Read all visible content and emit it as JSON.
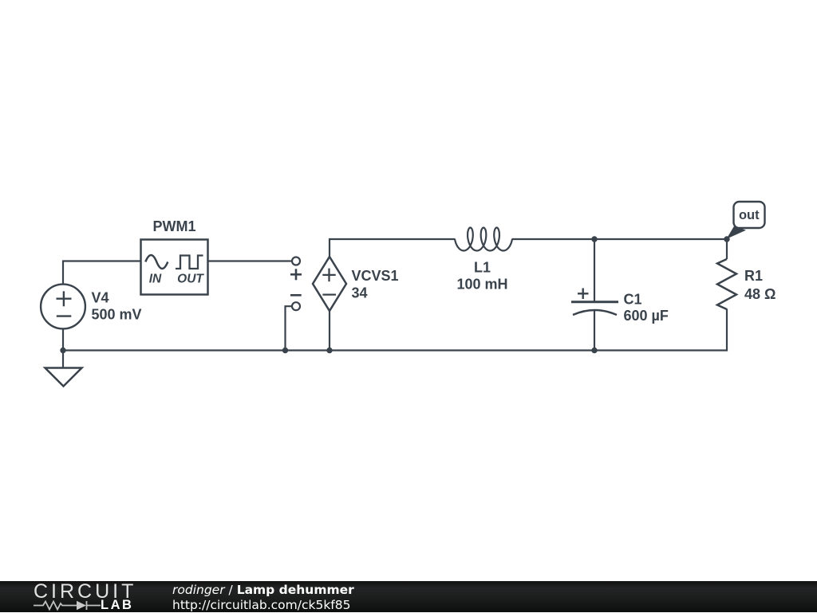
{
  "schematic": {
    "background_color": "#ffffff",
    "ink_color": "#3a434c",
    "components": {
      "v4": {
        "designator": "V4",
        "value": "500 mV",
        "plus": "+",
        "minus": "−"
      },
      "pwm1": {
        "designator": "PWM1",
        "input_label": "IN",
        "output_label": "OUT"
      },
      "input_terminals": {
        "plus": "+",
        "minus": "−"
      },
      "vcvs1": {
        "designator": "VCVS1",
        "gain": "34",
        "plus": "+",
        "minus": "−"
      },
      "l1": {
        "designator": "L1",
        "value": "100 mH"
      },
      "c1": {
        "designator": "C1",
        "value": "600 µF",
        "plus": "+"
      },
      "r1": {
        "designator": "R1",
        "value": "48 Ω"
      },
      "out_flag": {
        "label": "out"
      }
    }
  },
  "footer": {
    "logo": {
      "word_top": "CIRCUIT",
      "word_bottom": "LAB"
    },
    "author": "rodinger",
    "separator": "/",
    "circuit_title": "Lamp dehummer",
    "url": "http://circuitlab.com/ck5kf85",
    "bar_color": "#161616",
    "text_color": "#ffffff"
  }
}
